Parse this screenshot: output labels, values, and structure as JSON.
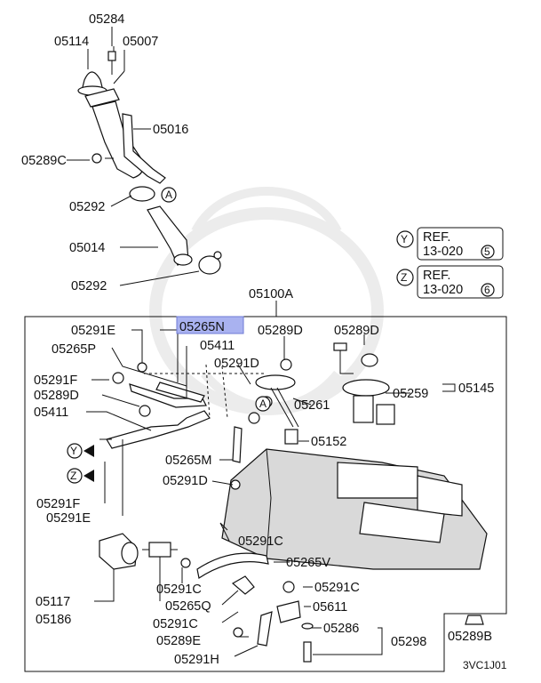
{
  "diagram": {
    "colors": {
      "line": "#111111",
      "highlight": "#a9b2f0",
      "tank": "#d9d9d9",
      "watermark": "#ececec"
    },
    "callouts": {
      "p05284": "05284",
      "p05114": "05114",
      "p05007": "05007",
      "p05016": "05016",
      "p05289C": "05289C",
      "p05292_top": "05292",
      "p05014": "05014",
      "p05292_bot": "05292",
      "p05100A": "05100A",
      "p05291E_top": "05291E",
      "p05265N": "05265N",
      "p05265P": "05265P",
      "p05411_top": "05411",
      "p05289D_mid": "05289D",
      "p05289D_right": "05289D",
      "p05291F_top": "05291F",
      "p05291D_top": "05291D",
      "p05289D_left": "05289D",
      "p05259": "05259",
      "p05145": "05145",
      "p05261": "05261",
      "p05411_left": "05411",
      "p05152": "05152",
      "p05265M": "05265M",
      "p05291D_bot": "05291D",
      "p05291F_bot": "05291F",
      "p05291E_bot": "05291E",
      "p05291C_mid": "05291C",
      "p05265V": "05265V",
      "p05117": "05117",
      "p05291C_a": "05291C",
      "p05291C_right": "05291C",
      "p05186": "05186",
      "p05265Q": "05265Q",
      "p05611": "05611",
      "p05291C_b": "05291C",
      "p05286": "05286",
      "p05289E": "05289E",
      "p05298": "05298",
      "p05291H": "05291H",
      "p05289B": "05289B"
    },
    "markers": {
      "a": "A",
      "y": "Y",
      "z": "Z"
    },
    "refs": [
      {
        "marker": "Y",
        "line1": "REF.",
        "line2": "13-020",
        "num": "5"
      },
      {
        "marker": "Z",
        "line1": "REF.",
        "line2": "13-020",
        "num": "6"
      }
    ],
    "figure_code": "3VC1J01"
  }
}
